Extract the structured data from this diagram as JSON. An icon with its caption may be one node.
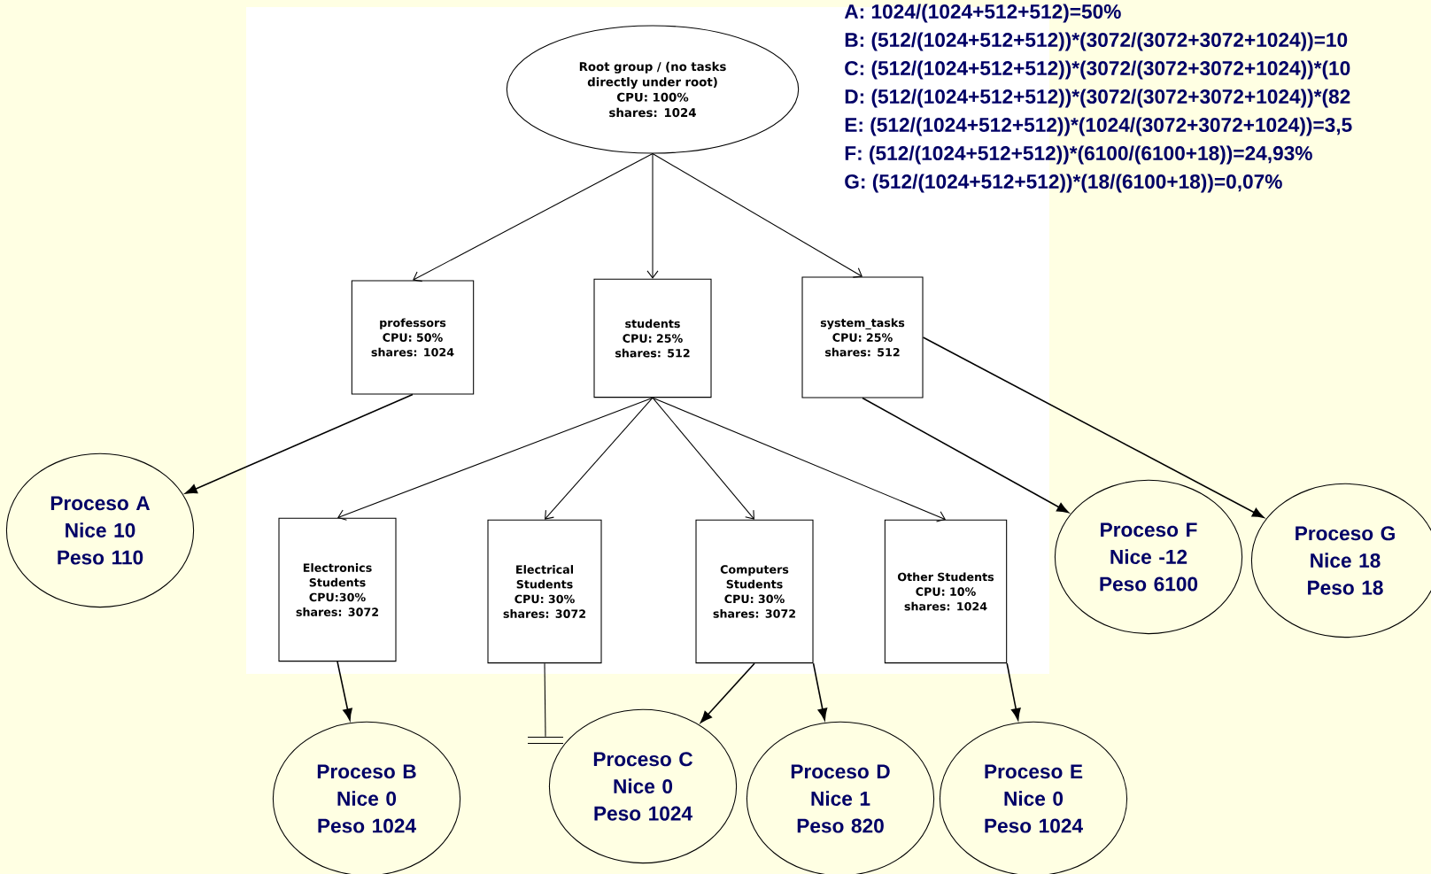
{
  "diagram": {
    "nodes": [
      {
        "text": [
          "Root group / (no tasks directly under root)",
          "CPU: 100%",
          "shares: 1024"
        ]
      },
      {
        "text": [
          "professors",
          "CPU: 50%",
          "shares: 1024"
        ]
      },
      {
        "text": [
          "students",
          "CPU: 25%",
          "shares: 512"
        ]
      },
      {
        "text": [
          "system_tasks",
          "CPU: 25%",
          "shares: 512"
        ]
      },
      {
        "text": [
          "Electronics Students",
          "CPU:30%",
          "shares: 3072"
        ]
      },
      {
        "text": [
          "Electrical Students",
          "CPU: 30%",
          "shares: 3072"
        ]
      },
      {
        "text": [
          "Computers Students",
          "CPU: 30%",
          "shares: 3072"
        ]
      },
      {
        "text": [
          "Other Students",
          "CPU: 10%",
          "shares: 1024"
        ]
      },
      {
        "text": [
          "Proceso A",
          "Nice 10",
          "Peso 110"
        ]
      },
      {
        "text": [
          "Proceso B",
          "Nice 0",
          "Peso 1024"
        ]
      },
      {
        "text": [
          "Proceso C",
          "Nice 0",
          "Peso 1024"
        ]
      },
      {
        "text": [
          "Proceso D",
          "Nice 1",
          "Peso 820"
        ]
      },
      {
        "text": [
          "Proceso E",
          "Nice 0",
          "Peso 1024"
        ]
      },
      {
        "text": [
          "Proceso F",
          "Nice -12",
          "Peso 6100"
        ]
      },
      {
        "text": [
          "Proceso G",
          "Nice 18",
          "Peso 18"
        ]
      },
      {
        "text": [],
        "shape": "bar"
      }
    ],
    "edges": [
      {
        "from": 0,
        "to": 1,
        "arrow": "to"
      },
      {
        "from": 0,
        "to": 2,
        "arrow": "to"
      },
      {
        "from": 0,
        "to": 3,
        "arrow": "to"
      },
      {
        "from": 2,
        "to": 4,
        "arrow": "to"
      },
      {
        "from": 2,
        "to": 5,
        "arrow": "to"
      },
      {
        "from": 2,
        "to": 6,
        "arrow": "to"
      },
      {
        "from": 2,
        "to": 7,
        "arrow": "to"
      },
      {
        "from": 1,
        "to": 8,
        "arrow": "to"
      },
      {
        "from": 4,
        "to": 9,
        "arrow": "to"
      },
      {
        "from": 5,
        "to": 15,
        "arrow": "none"
      },
      {
        "from": 6,
        "to": 10,
        "arrow": "to"
      },
      {
        "from": 6,
        "to": 11,
        "arrow": "to"
      },
      {
        "from": 7,
        "to": 12,
        "arrow": "to"
      },
      {
        "from": 3,
        "to": 13,
        "arrow": "to"
      },
      {
        "from": 3,
        "to": 14,
        "arrow": "to"
      }
    ],
    "labels": [
      "A: 1024/(1024+512+512)=50%",
      "B: (512/(1024+512+512))*(3072/(3072+3072+1024))=10",
      "C: (512/(1024+512+512))*(3072/(3072+3072+1024))*(10",
      "D: (512/(1024+512+512))*(3072/(3072+3072+1024))*(82",
      "E: (512/(1024+512+512))*(1024/(3072+3072+1024))=3,5",
      "F: (512/(1024+512+512))*(6100/(6100+18))=24,93%",
      "G: (512/(1024+512+512))*(18/(6100+18))=0,07%"
    ]
  }
}
